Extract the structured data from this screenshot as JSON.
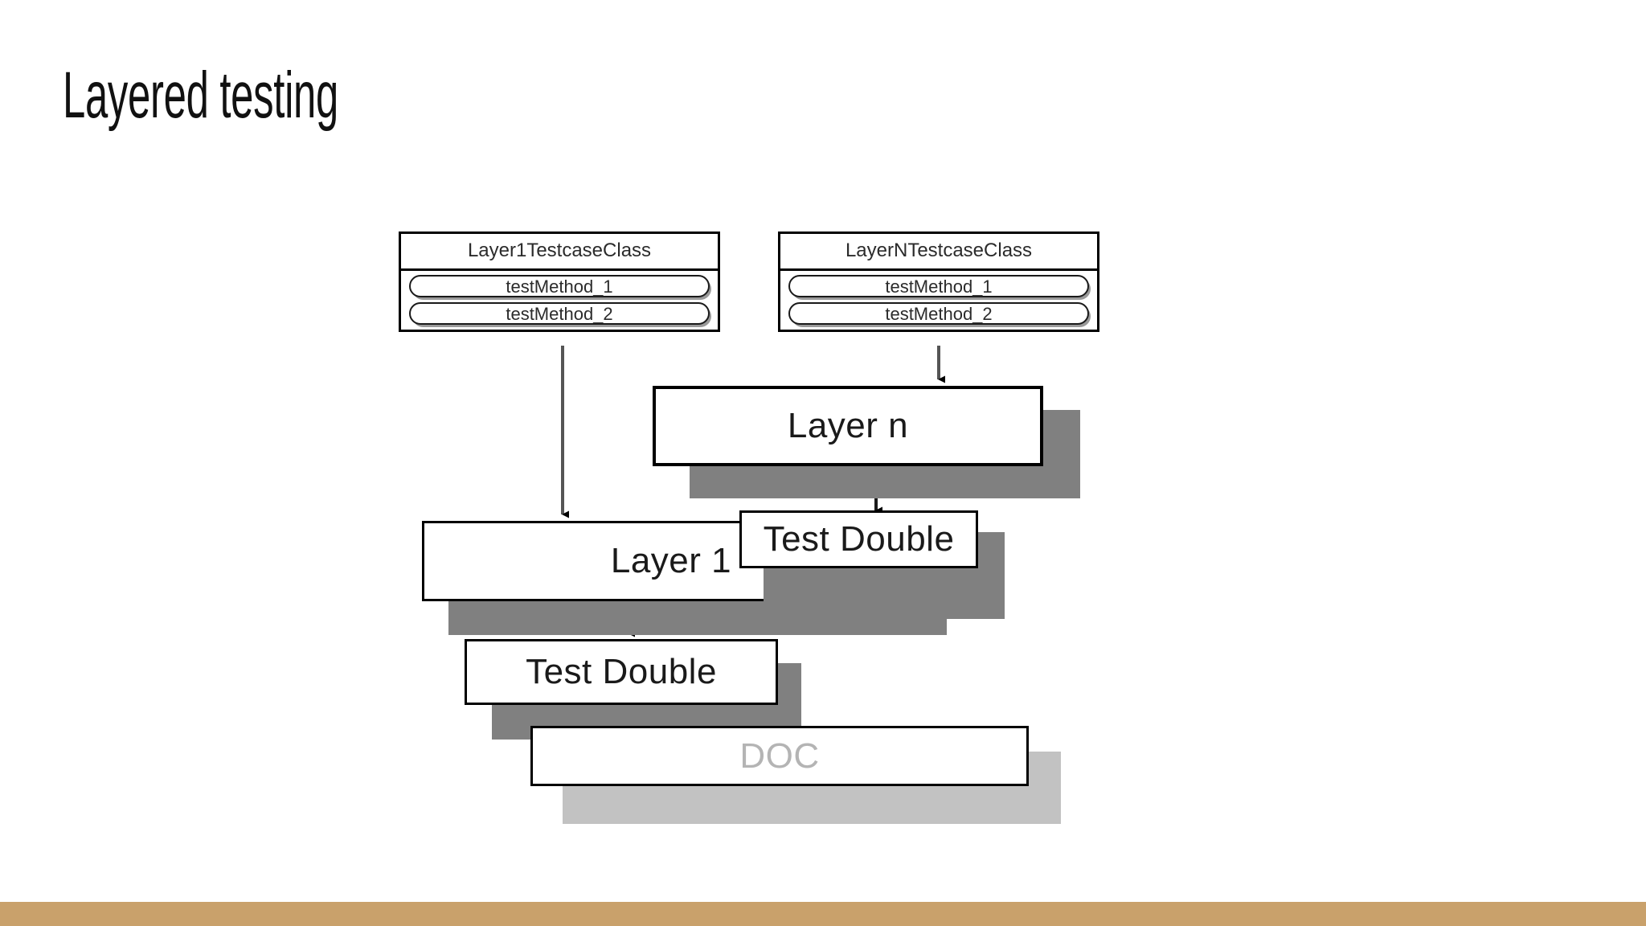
{
  "slide": {
    "title": "Layered testing",
    "accent_color": "#c9a16b",
    "background_color": "#ffffff"
  },
  "diagram": {
    "type": "layered-testing-architecture",
    "shadow_color": "#808080",
    "shadow_color_light": "#c2c2c2",
    "stroke_color": "#000000",
    "classes": [
      {
        "id": "layer1-testcase-class",
        "name": "Layer1TestcaseClass",
        "methods": [
          "testMethod_1",
          "testMethod_2"
        ]
      },
      {
        "id": "layern-testcase-class",
        "name": "LayerNTestcaseClass",
        "methods": [
          "testMethod_1",
          "testMethod_2"
        ]
      }
    ],
    "layers": [
      {
        "id": "layer-n",
        "label": "Layer n",
        "muted": false
      },
      {
        "id": "test-double-upper",
        "label": "Test Double",
        "muted": false
      },
      {
        "id": "layer-1",
        "label": "Layer 1",
        "muted": false
      },
      {
        "id": "test-double-lower",
        "label": "Test Double",
        "muted": false
      },
      {
        "id": "doc",
        "label": "DOC",
        "muted": true
      }
    ],
    "connections": [
      {
        "from": "layer1-testcase-class",
        "to": "layer-1"
      },
      {
        "from": "layern-testcase-class",
        "to": "layer-n"
      },
      {
        "from": "layer-n",
        "to": "test-double-upper"
      },
      {
        "from": "layer-1",
        "to": "test-double-lower"
      }
    ]
  }
}
